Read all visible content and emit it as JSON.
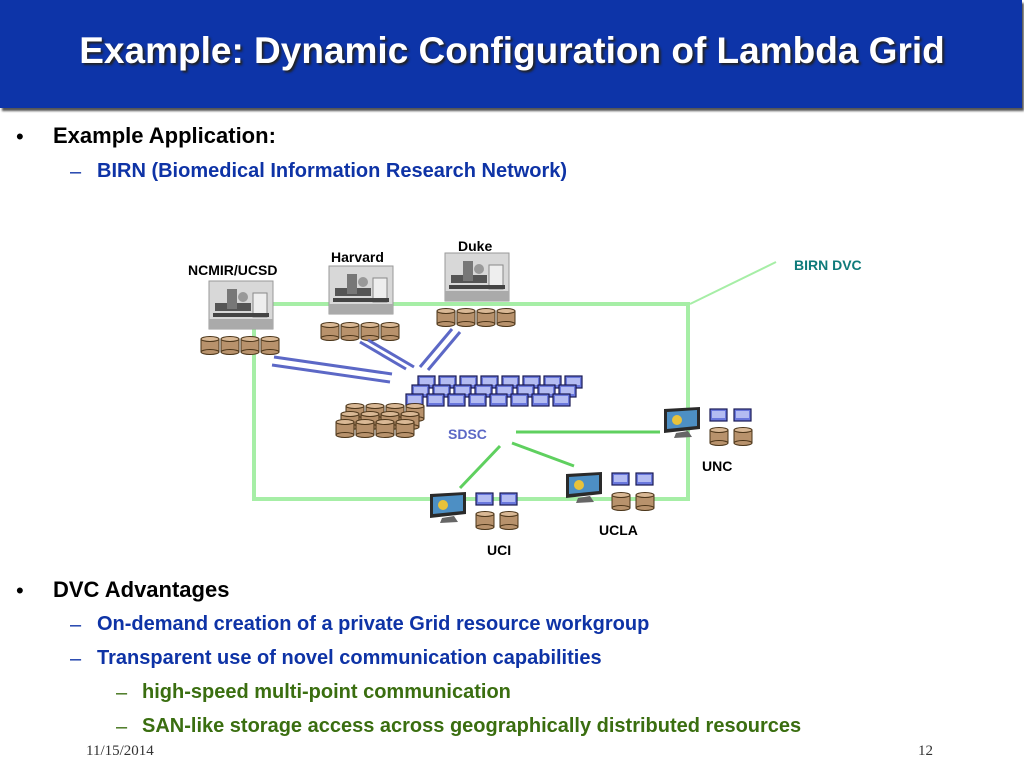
{
  "title": "Example: Dynamic Configuration of Lambda Grid",
  "section1": {
    "heading": "Example Application:",
    "item": "BIRN (Biomedical Information Research Network)"
  },
  "diagram": {
    "sites": {
      "ncmir": "NCMIR/UCSD",
      "harvard": "Harvard",
      "duke": "Duke",
      "sdsc": "SDSC",
      "unc": "UNC",
      "ucla": "UCLA",
      "uci": "UCI"
    },
    "dvc_label": "BIRN DVC",
    "colors": {
      "dvc_box": "#a6eea6",
      "link": "#5c68c6",
      "sdsc_link": "#5fd05f",
      "storage": "#b8926c"
    }
  },
  "section2": {
    "heading": "DVC Advantages",
    "items": [
      "On-demand creation of a private Grid resource workgroup",
      "Transparent use of novel communication capabilities"
    ],
    "subitems": [
      "high-speed multi-point communication",
      "SAN-like storage access across geographically distributed resources"
    ]
  },
  "footer": {
    "date": "11/15/2014",
    "page": "12"
  }
}
